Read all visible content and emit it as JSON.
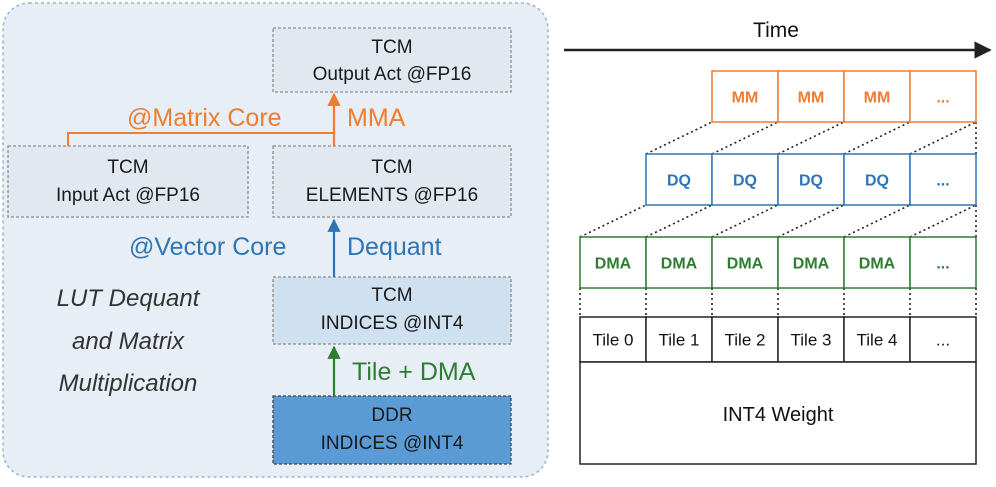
{
  "colors": {
    "panel_bg": "#e7eef6",
    "panel_border": "#9ab3cf",
    "box_bg": "#e1e8f0",
    "tcm_indices_bg": "#cfe0f1",
    "ddr_bg": "#5b9bd5",
    "orange": "#ed7d31",
    "blue": "#2e75b6",
    "green": "#2e7d32",
    "black": "#222222"
  },
  "left_panel": {
    "caption_line1": "LUT Dequant",
    "caption_line2": "and Matrix",
    "caption_line3": "Multiplication",
    "output_box": {
      "line1": "TCM",
      "line2": "Output Act @FP16"
    },
    "input_box": {
      "line1": "TCM",
      "line2": "Input Act @FP16"
    },
    "elements_box": {
      "line1": "TCM",
      "line2": "ELEMENTS @FP16"
    },
    "indices_box": {
      "line1": "TCM",
      "line2": "INDICES @INT4"
    },
    "ddr_box": {
      "line1": "DDR",
      "line2": "INDICES @INT4"
    },
    "matrix_core_label": "@Matrix Core",
    "mma_label": "MMA",
    "vector_core_label": "@Vector Core",
    "dequant_label": "Dequant",
    "tile_dma_label": "Tile + DMA"
  },
  "right_panel": {
    "time_label": "Time",
    "mm_row": [
      "MM",
      "MM",
      "MM",
      "..."
    ],
    "dq_row": [
      "DQ",
      "DQ",
      "DQ",
      "DQ",
      "..."
    ],
    "dma_row": [
      "DMA",
      "DMA",
      "DMA",
      "DMA",
      "DMA",
      "..."
    ],
    "tile_row": [
      "Tile 0",
      "Tile 1",
      "Tile 2",
      "Tile 3",
      "Tile 4",
      "..."
    ],
    "weight_label": "INT4 Weight"
  }
}
